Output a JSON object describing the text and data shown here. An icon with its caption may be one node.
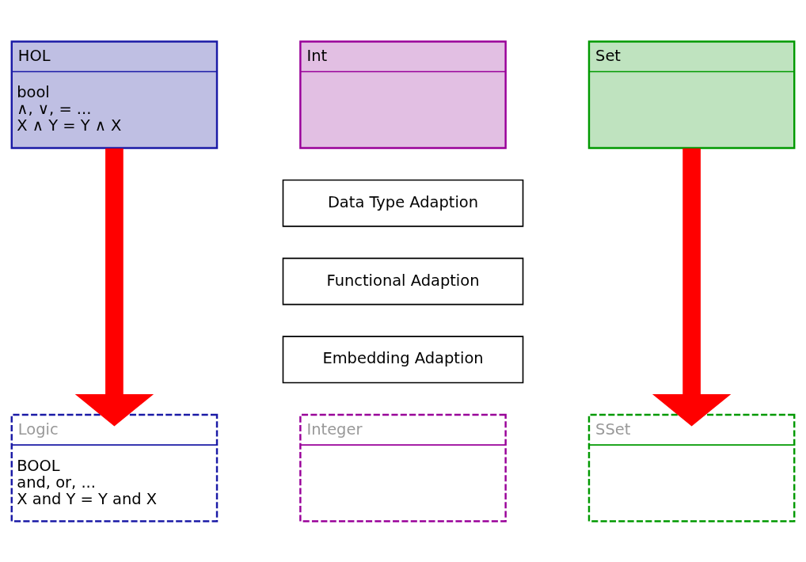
{
  "diagram": {
    "nodes": [
      {
        "text": [
          "HOL",
          "bool",
          "∧, ∨, = ...",
          "X ∧ Y = Y ∧ X"
        ]
      },
      {
        "text": [
          "Int"
        ]
      },
      {
        "text": [
          "Set"
        ]
      },
      {
        "text": [
          "Data Type Adaption"
        ]
      },
      {
        "text": [
          "Functional Adaption"
        ]
      },
      {
        "text": [
          "Embedding Adaption"
        ]
      },
      {
        "text": [
          "Logic",
          "BOOL",
          "and, or, ...",
          "X and Y = Y and X"
        ]
      },
      {
        "text": [
          "Integer"
        ]
      },
      {
        "text": [
          "SSet"
        ]
      }
    ],
    "edges": [
      {
        "from": 0,
        "to": 6,
        "arrow": "to"
      },
      {
        "from": 2,
        "to": 8,
        "arrow": "to"
      }
    ]
  }
}
